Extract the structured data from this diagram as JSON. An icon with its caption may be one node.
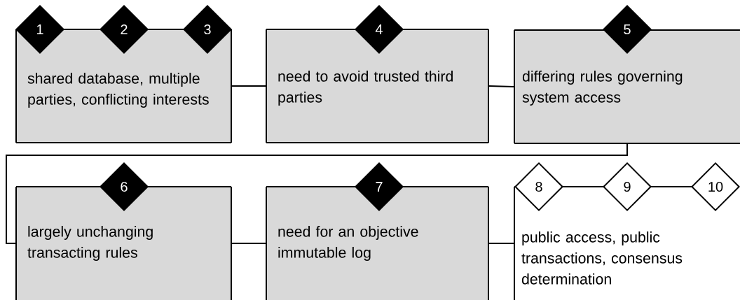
{
  "diagram": {
    "nodes": [
      {
        "text": [
          "1"
        ]
      },
      {
        "text": [
          "2"
        ]
      },
      {
        "text": [
          "3"
        ]
      },
      {
        "text": [
          "shared database, multiple parties, conflicting interests"
        ]
      },
      {
        "text": [
          "4"
        ]
      },
      {
        "text": [
          "need to avoid trusted third parties"
        ]
      },
      {
        "text": [
          "5"
        ]
      },
      {
        "text": [
          "differing rules governing system access"
        ]
      },
      {
        "text": [
          "6"
        ]
      },
      {
        "text": [
          "largely unchanging transacting rules"
        ]
      },
      {
        "text": [
          "7"
        ]
      },
      {
        "text": [
          "need for an objective immutable log"
        ]
      },
      {
        "text": [
          "8"
        ]
      },
      {
        "text": [
          "9"
        ]
      },
      {
        "text": [
          "10"
        ]
      },
      {
        "text": [
          "public access, public transactions, consensus determination"
        ]
      }
    ],
    "edges": [
      {
        "from": 3,
        "to": 5,
        "arrow": "none"
      },
      {
        "from": 5,
        "to": 7,
        "arrow": "none"
      },
      {
        "from": 7,
        "to": 9,
        "arrow": "none"
      },
      {
        "from": 9,
        "to": 11,
        "arrow": "none"
      },
      {
        "from": 11,
        "to": 15,
        "arrow": "none"
      }
    ]
  }
}
